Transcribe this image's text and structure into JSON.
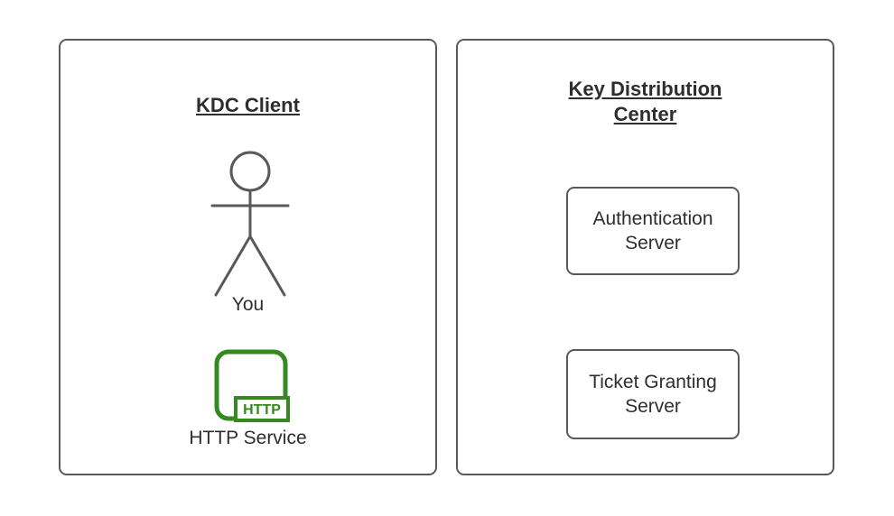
{
  "diagram": {
    "background": "#ffffff",
    "stroke_color": "#595959",
    "text_color": "#2e2e2e",
    "accent_green": "#358a1f",
    "client_panel": {
      "title": "KDC Client",
      "actor": {
        "icon": "stick-figure-icon",
        "label": "You"
      },
      "service": {
        "icon": "http-service-icon",
        "badge": "HTTP",
        "label": "HTTP Service"
      }
    },
    "kdc_panel": {
      "title_lines": [
        "Key Distribution",
        "Center"
      ],
      "nodes": [
        {
          "label": "Authentication Server"
        },
        {
          "label": "Ticket Granting Server"
        }
      ]
    }
  }
}
